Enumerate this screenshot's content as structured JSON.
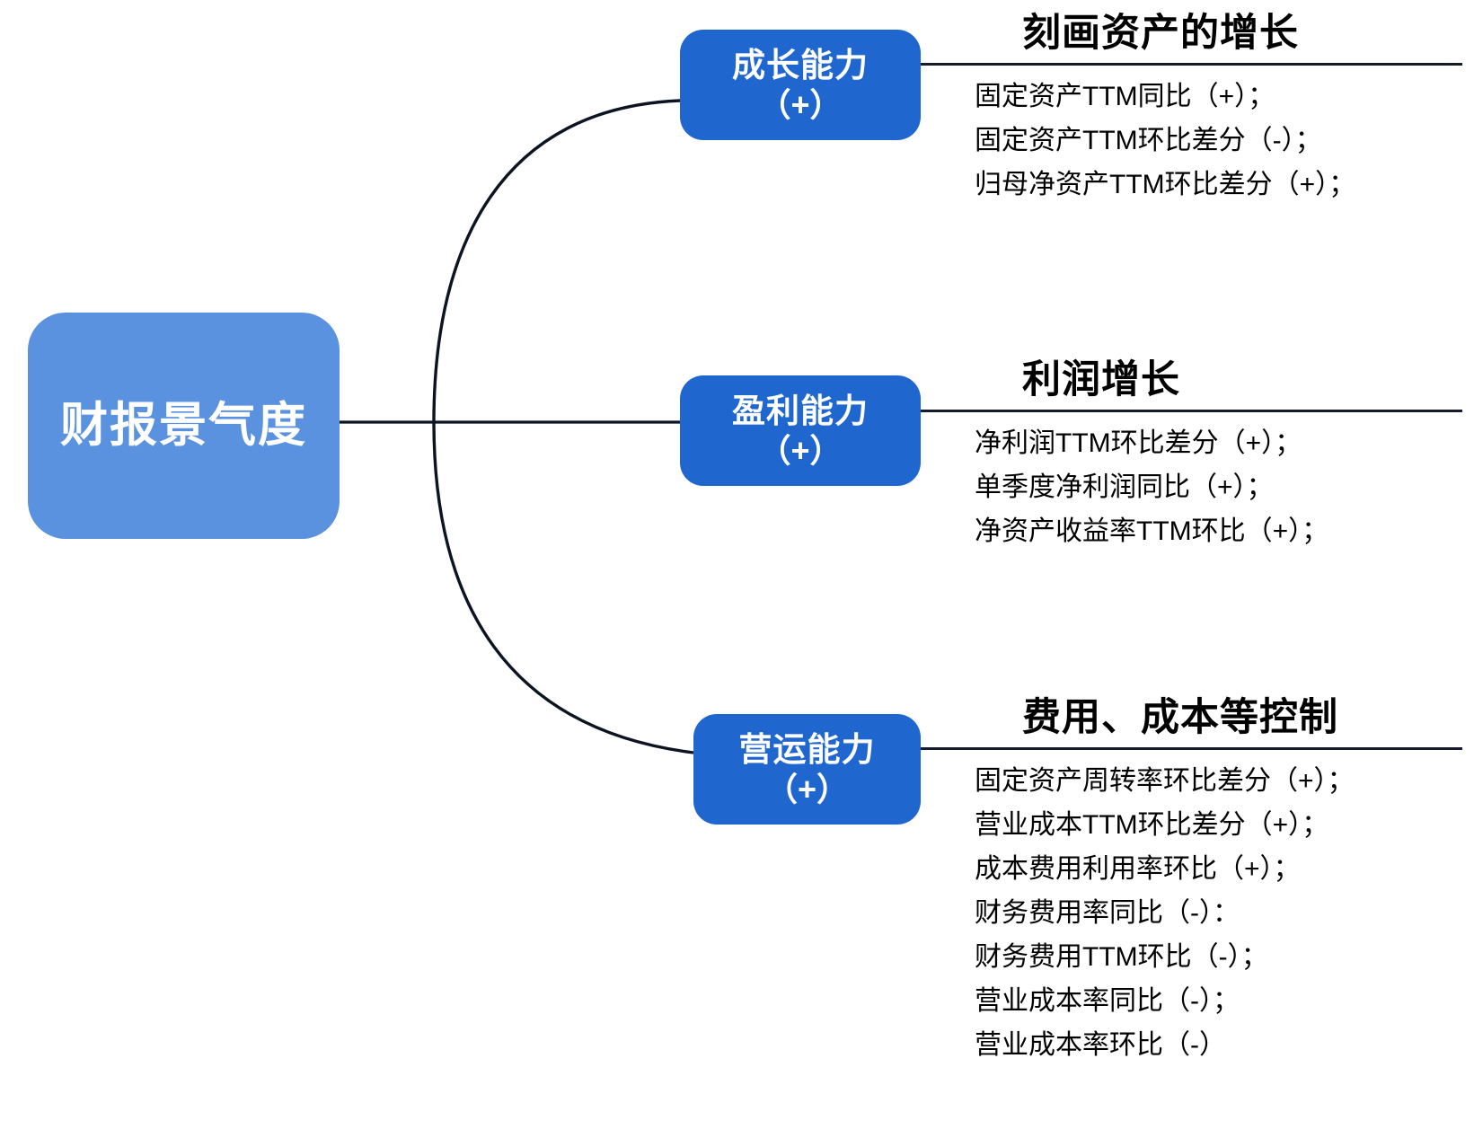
{
  "diagram": {
    "type": "mind-map",
    "root": {
      "label": "财报景气度",
      "color": "#5B92E0"
    },
    "branch_color": "#1F66CE",
    "rule_color": "#161B2B",
    "branches": [
      {
        "node_label": "成长能力",
        "node_sign": "（+）",
        "heading": "刻画资产的增长",
        "items": [
          "固定资产TTM同比（+）；",
          "固定资产TTM环比差分（-）；",
          "归母净资产TTM环比差分（+）；"
        ]
      },
      {
        "node_label": "盈利能力",
        "node_sign": "（+）",
        "heading": "利润增长",
        "items": [
          "净利润TTM环比差分（+）；",
          "单季度净利润同比（+）；",
          "净资产收益率TTM环比（+）；"
        ]
      },
      {
        "node_label": "营运能力",
        "node_sign": "（+）",
        "heading": "费用、成本等控制",
        "items": [
          "固定资产周转率环比差分（+）；",
          "营业成本TTM环比差分（+）；",
          "成本费用利用率环比（+）；",
          "财务费用率同比（-）：",
          "财务费用TTM环比（-）；",
          "营业成本率同比（-）；",
          "营业成本率环比（-）"
        ]
      }
    ]
  }
}
